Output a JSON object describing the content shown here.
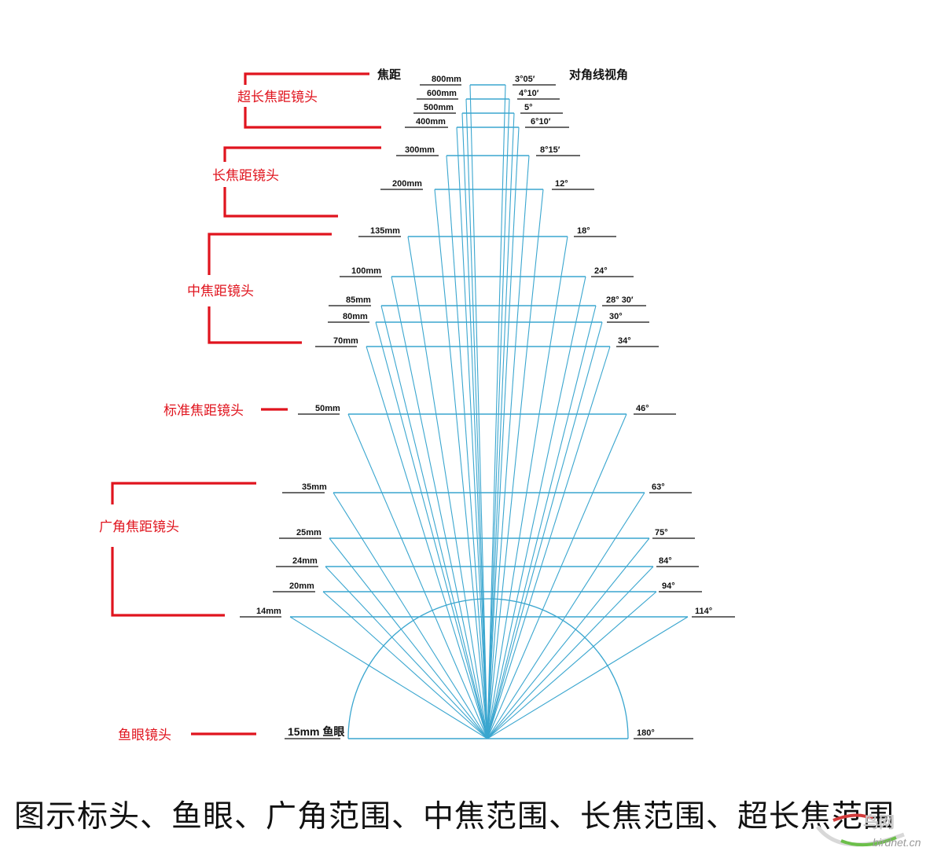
{
  "header": {
    "focal_heading": "焦距",
    "angle_heading": "对角线视角"
  },
  "colors": {
    "fan_line": "#3aa6cf",
    "category_red": "#e0141e",
    "tick_black": "#111111"
  },
  "lenses": [
    {
      "focal": "800mm",
      "angle": "3°05′"
    },
    {
      "focal": "600mm",
      "angle": "4°10′"
    },
    {
      "focal": "500mm",
      "angle": "5°"
    },
    {
      "focal": "400mm",
      "angle": "6°10′"
    },
    {
      "focal": "300mm",
      "angle": "8°15′"
    },
    {
      "focal": "200mm",
      "angle": "12°"
    },
    {
      "focal": "135mm",
      "angle": "18°"
    },
    {
      "focal": "100mm",
      "angle": "24°"
    },
    {
      "focal": "85mm",
      "angle": "28° 30′"
    },
    {
      "focal": "80mm",
      "angle": "30°"
    },
    {
      "focal": "70mm",
      "angle": "34°"
    },
    {
      "focal": "50mm",
      "angle": "46°"
    },
    {
      "focal": "35mm",
      "angle": "63°"
    },
    {
      "focal": "25mm",
      "angle": "75°"
    },
    {
      "focal": "24mm",
      "angle": "84°"
    },
    {
      "focal": "20mm",
      "angle": "94°"
    },
    {
      "focal": "14mm",
      "angle": "114°"
    },
    {
      "focal": "15mm 鱼眼",
      "angle": "180°"
    }
  ],
  "categories": [
    {
      "label": "超长焦距镜头"
    },
    {
      "label": "长焦距镜头"
    },
    {
      "label": "中焦距镜头"
    },
    {
      "label": "标准焦距镜头"
    },
    {
      "label": "广角焦距镜头"
    },
    {
      "label": "鱼眼镜头"
    }
  ],
  "caption": "图示标头、鱼眼、广角范围、中焦范围、长焦范围、超长焦范围",
  "watermark": {
    "cn": "鸟网",
    "en": "birdnet.cn"
  }
}
